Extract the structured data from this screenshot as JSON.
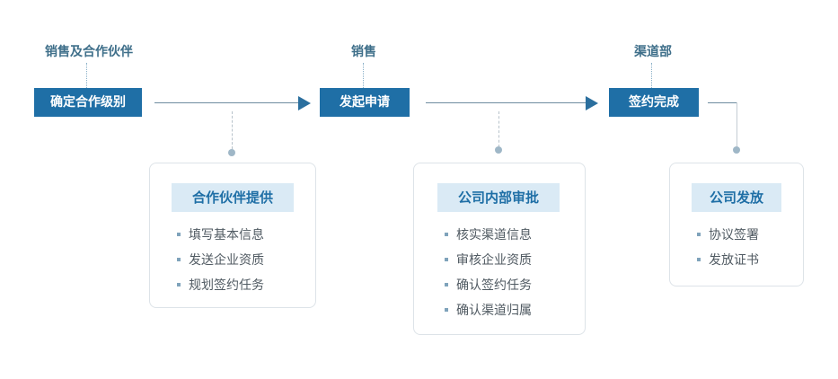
{
  "flow": {
    "roles": [
      "销售及合作伙伴",
      "销售",
      "渠道部"
    ],
    "steps": [
      "确定合作级别",
      "发起申请",
      "签约完成"
    ]
  },
  "cards": [
    {
      "title": "合作伙伴提供",
      "items": [
        "填写基本信息",
        "发送企业资质",
        "规划签约任务"
      ]
    },
    {
      "title": "公司内部审批",
      "items": [
        "核实渠道信息",
        "审核企业资质",
        "确认签约任务",
        "确认渠道归属"
      ]
    },
    {
      "title": "公司发放",
      "items": [
        "协议签署",
        "发放证书"
      ]
    }
  ],
  "colors": {
    "step_bg": "#1f6fa6",
    "card_title_bg": "#daeaf5",
    "arrow": "#2b6f9e"
  }
}
